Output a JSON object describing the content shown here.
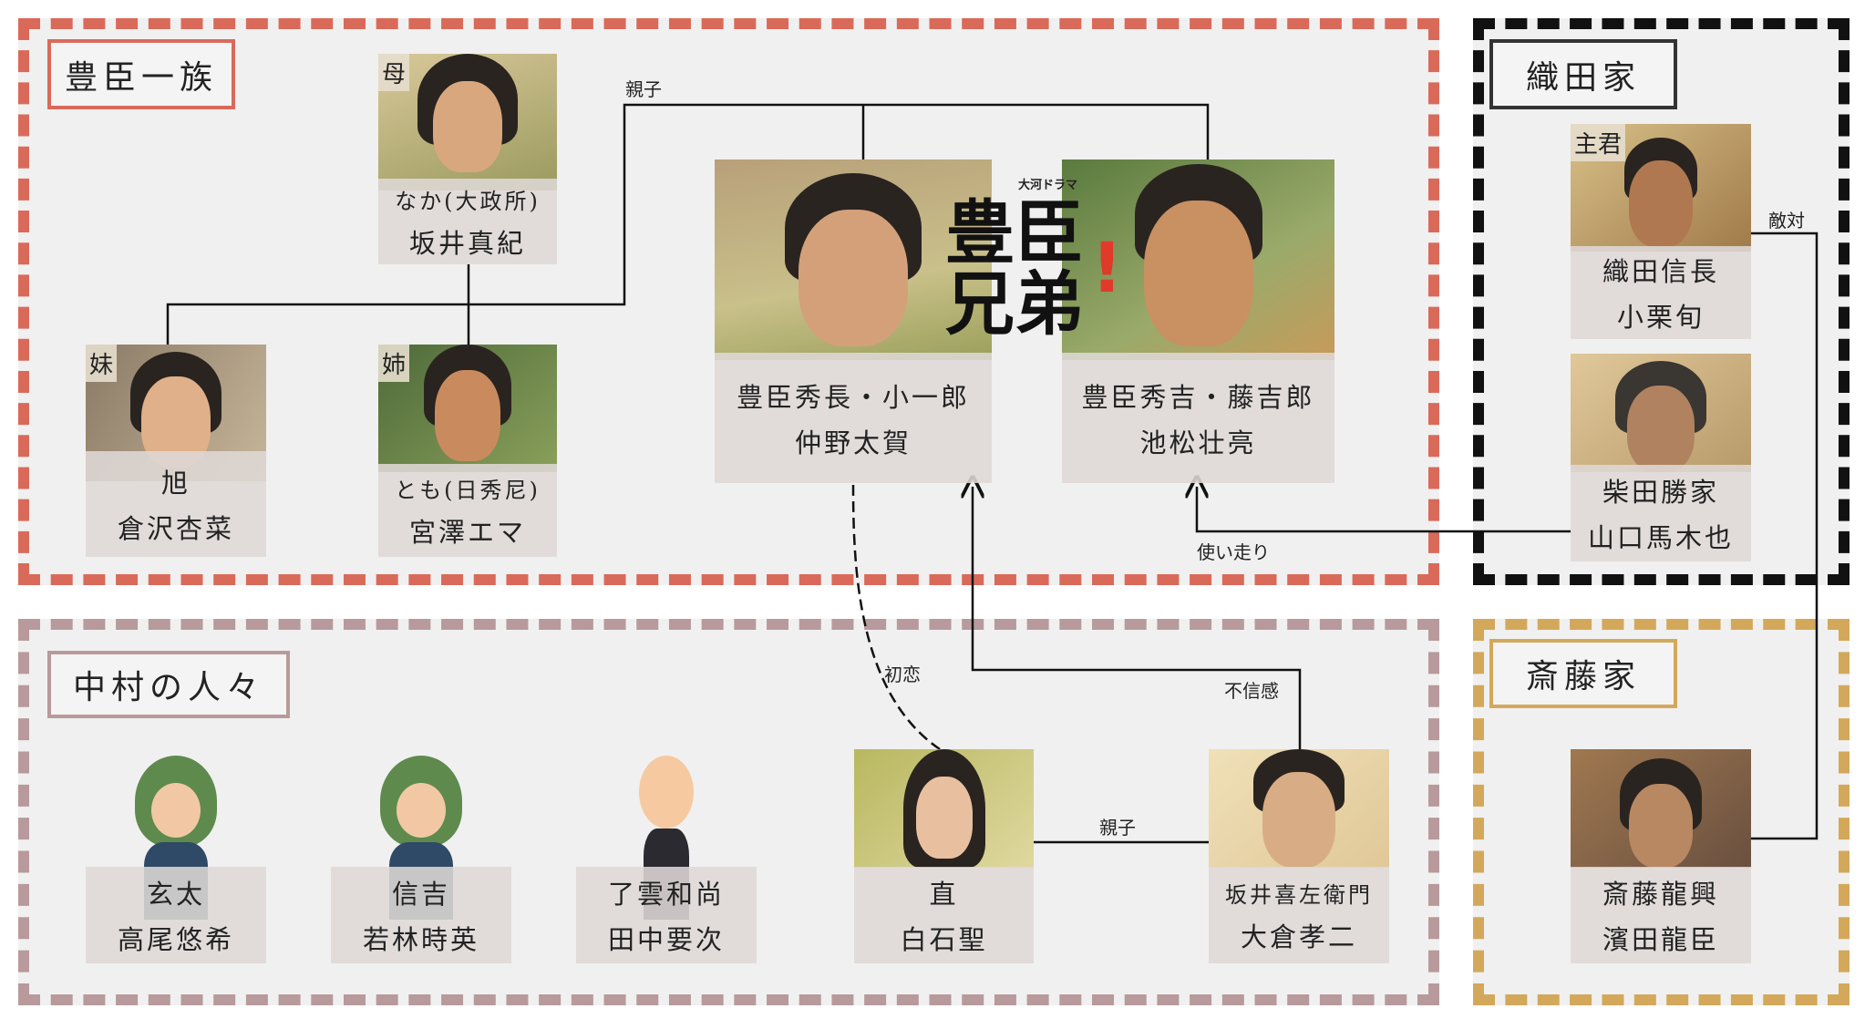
{
  "groups": {
    "toyotomi": {
      "label": "豊臣一族",
      "color": "#d96a5a"
    },
    "oda": {
      "label": "織田家",
      "color": "#111111"
    },
    "nakamura": {
      "label": "中村の人々",
      "color": "#b89a9c"
    },
    "saito": {
      "label": "斎藤家",
      "color": "#d4a85a"
    }
  },
  "logo": {
    "title_top": "豊臣",
    "title_bottom": "兄弟",
    "subtitle": "大河ドラマ",
    "mark": "!"
  },
  "people": {
    "naka": {
      "tag": "母",
      "role": "なか(大政所)",
      "actor": "坂井真紀"
    },
    "asahi": {
      "tag": "妹",
      "role": "旭",
      "actor": "倉沢杏菜"
    },
    "tomo": {
      "tag": "姉",
      "role": "とも(日秀尼)",
      "actor": "宮澤エマ"
    },
    "hidenaga": {
      "role": "豊臣秀長・小一郎",
      "actor": "仲野太賀"
    },
    "hideyoshi": {
      "role": "豊臣秀吉・藤吉郎",
      "actor": "池松壮亮"
    },
    "nobunaga": {
      "tag": "主君",
      "role": "織田信長",
      "actor": "小栗旬"
    },
    "shibata": {
      "role": "柴田勝家",
      "actor": "山口馬木也"
    },
    "genta": {
      "role": "玄太",
      "actor": "高尾悠希"
    },
    "shinkichi": {
      "role": "信吉",
      "actor": "若林時英"
    },
    "ryoun": {
      "role": "了雲和尚",
      "actor": "田中要次"
    },
    "nao": {
      "role": "直",
      "actor": "白石聖"
    },
    "sakai": {
      "role": "坂井喜左衛門",
      "actor": "大倉孝二"
    },
    "tatsuoki": {
      "role": "斎藤龍興",
      "actor": "濱田龍臣"
    }
  },
  "relations": {
    "parent_child_top": "親子",
    "first_love": "初恋",
    "distrust": "不信感",
    "errand": "使い走り",
    "hostile": "敵対",
    "parent_child_bottom": "親子"
  }
}
